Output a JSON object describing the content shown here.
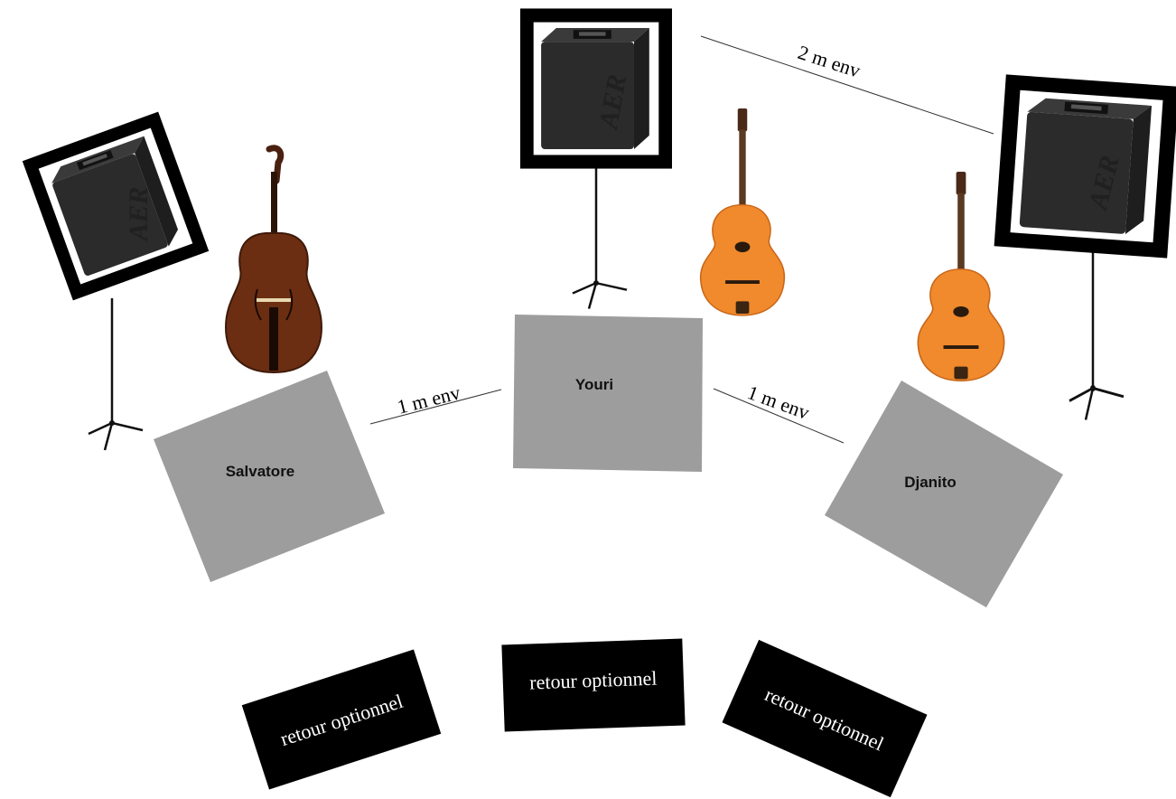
{
  "musicians": {
    "left": "Salvatore",
    "center": "Youri",
    "right": "Djanito"
  },
  "distances": {
    "left_center": "1 m env",
    "center_right": "1 m env",
    "amp_amp": "2 m env"
  },
  "monitors": {
    "left": "retour optionnel",
    "center": "retour optionnel",
    "right": "retour optionnel"
  },
  "amp_brand": "AER",
  "icons": {
    "amplifier": "amplifier-icon",
    "mic_stand": "mic-stand-icon",
    "double_bass": "double-bass-icon",
    "guitar": "guitar-icon"
  },
  "colors": {
    "musician_area": "#9d9d9d",
    "monitor": "#000000",
    "amp_frame": "#000000",
    "amp_body": "#2b2b2b",
    "bass_wood": "#6b2e12",
    "guitar_wood": "#f08a2c"
  }
}
